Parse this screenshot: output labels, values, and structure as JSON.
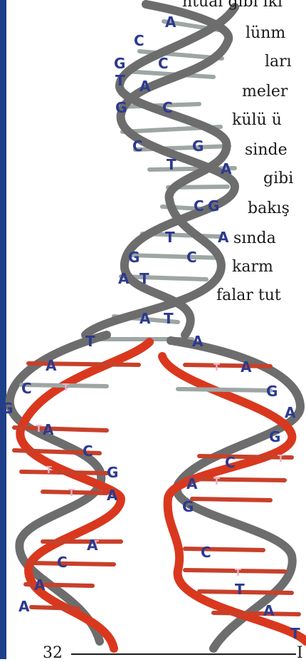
{
  "page": {
    "text_lines": [
      "ntual gibi iki",
      "lünm",
      "ları",
      "meler",
      "külü ü",
      "sinde",
      "gibi",
      "bakış",
      "sında",
      "karm",
      "falar tut"
    ],
    "page_number": "32",
    "tail_letter": "I"
  },
  "illustration": {
    "bases_top": [
      "A",
      "C",
      "G",
      "C",
      "T",
      "A",
      "G",
      "C",
      "C",
      "G",
      "T",
      "A",
      "C",
      "G",
      "T",
      "A",
      "G",
      "C",
      "A",
      "T",
      "A",
      "T",
      "T",
      "A"
    ],
    "bases_left": [
      "A",
      "C",
      "G",
      "A",
      "C",
      "G",
      "A",
      "A",
      "C",
      "A",
      "A"
    ],
    "bases_right": [
      "A",
      "G",
      "A",
      "G",
      "C",
      "A",
      "G",
      "C",
      "T",
      "A",
      "T"
    ],
    "colors": {
      "backbone_gray": "#6d6d6d",
      "backbone_red": "#d9381e",
      "rung_red": "#c8402a",
      "rung_gray": "#9da6a3",
      "letter_blue": "#2c3a8f",
      "strip_blue": "#1f3f88"
    }
  }
}
